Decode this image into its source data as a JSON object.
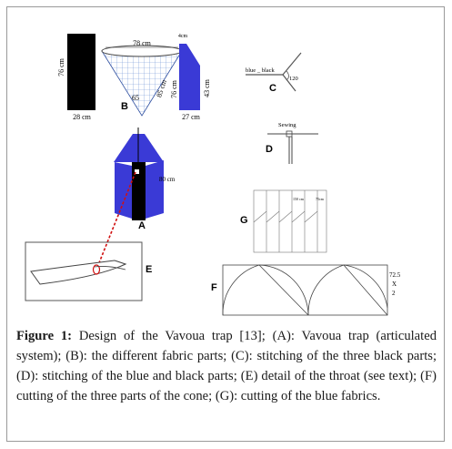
{
  "figure": {
    "panelB": {
      "letter": "B",
      "black_height": "76 cm",
      "black_width": "28 cm",
      "cone_top": "78 cm",
      "cone_side": "85 cm",
      "cone_angle": "65",
      "blue_top": "4cm",
      "blue_height1": "76 cm",
      "blue_height2": "43 cm",
      "blue_width": "27 cm"
    },
    "panelC": {
      "letter": "C",
      "label": "blue _ black",
      "angle": "120"
    },
    "panelD": {
      "letter": "D",
      "label": "Sewing"
    },
    "panelA": {
      "letter": "A",
      "dim": "80 cm"
    },
    "panelE": {
      "letter": "E"
    },
    "panelG": {
      "letter": "G",
      "dim1": "150 cm",
      "dim2": "75cm"
    },
    "panelF": {
      "letter": "F",
      "dim_a": "72.5",
      "dim_b": "X",
      "dim_c": "2"
    }
  },
  "caption": {
    "label": "Figure 1:",
    "text": "Design of the Vavoua trap [13]; (A): Vavoua trap (articulated system); (B): the different fabric parts; (C): stitching of the three black parts; (D): stitching of the blue and black parts; (E) detail of the throat (see text); (F) cutting of the three parts of the cone; (G): cutting of the blue fabrics."
  },
  "colors": {
    "blue": "#3a3ad6",
    "black": "#000000",
    "red": "#d01010"
  }
}
